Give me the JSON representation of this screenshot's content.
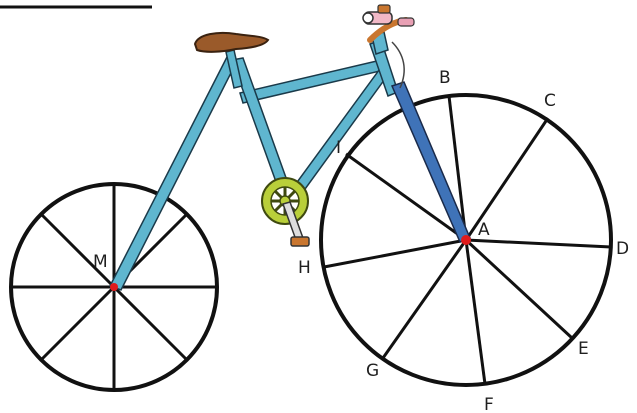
{
  "labels": {
    "A": "A",
    "B": "B",
    "C": "C",
    "D": "D",
    "E": "E",
    "F": "F",
    "G": "G",
    "H": "H",
    "I": "I",
    "M": "M"
  },
  "colors": {
    "frame": "#5fb6cf",
    "fork": "#3f73b8",
    "saddle": "#9a5a2a",
    "chainring": "#b9cf3a",
    "hub": "#e01b1b",
    "grip": "#e8a0b4",
    "line": "#111111"
  },
  "icons": {
    "saddle": "saddle-icon",
    "handlebar": "handlebar-icon",
    "bell": "bell-icon",
    "chainring": "chainring-icon",
    "pedal": "pedal-icon"
  }
}
